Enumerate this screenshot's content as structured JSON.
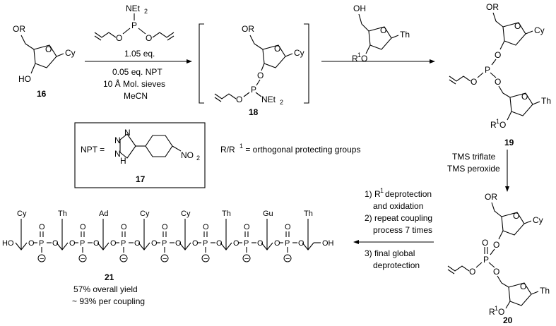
{
  "compounds": {
    "c16": {
      "label": "16",
      "substituent_top": "OR",
      "substituent_right": "Cy",
      "substituent_oh": "HO"
    },
    "c18": {
      "label": "18",
      "substituent_top": "OR",
      "substituent_right": "Cy",
      "net2": "NEt",
      "net2_sub": "2",
      "o_left": "O",
      "p": "P"
    },
    "c19": {
      "label": "19",
      "substituent_top": "OR",
      "substituent_right": "Cy",
      "th": "Th",
      "r1o": "O",
      "r1": "R",
      "r1_sup": "1"
    },
    "c20": {
      "label": "20",
      "substituent_top": "OR",
      "substituent_right": "Cy",
      "th": "Th",
      "r1o": "O",
      "r1": "R",
      "r1_sup": "1"
    },
    "c17": {
      "label": "17",
      "npt_eq": "NPT =",
      "n": "N",
      "h": "H",
      "no2": "NO",
      "no2_sub": "2"
    },
    "c21": {
      "label": "21",
      "yield_overall": "57% overall yield",
      "yield_per": "~ 93% per coupling"
    }
  },
  "reagents": {
    "phosphoramidite": {
      "net2": "NEt",
      "net2_sub": "2",
      "p": "P",
      "o": "O"
    },
    "step1_equiv": "1.05 eq.",
    "step1_conditions": [
      "0.05 eq. NPT",
      "10 Å Mol. sieves",
      "MeCN"
    ],
    "coupling_partner": {
      "oh": "OH",
      "th": "Th",
      "r1o": "O",
      "r1": "R",
      "r1_sup": "1"
    },
    "step2": [
      "TMS triflate",
      "TMS peroxide"
    ],
    "step3": [
      "1) R",
      "deprotection",
      "and oxidation",
      "2) repeat coupling",
      "process 7 times",
      "3) final global",
      "deprotection"
    ],
    "step3_sup": "1",
    "protecting_note_pre": "R/R",
    "protecting_note_sup": "1",
    "protecting_note_post": " = orthogonal protecting groups"
  },
  "oligomer": {
    "bases": [
      "Cy",
      "Th",
      "Ad",
      "Cy",
      "Cy",
      "Th",
      "Gu",
      "Th"
    ],
    "ho_left": "HO",
    "oh_right": "OH",
    "o": "O",
    "p": "P",
    "minus": "−"
  }
}
